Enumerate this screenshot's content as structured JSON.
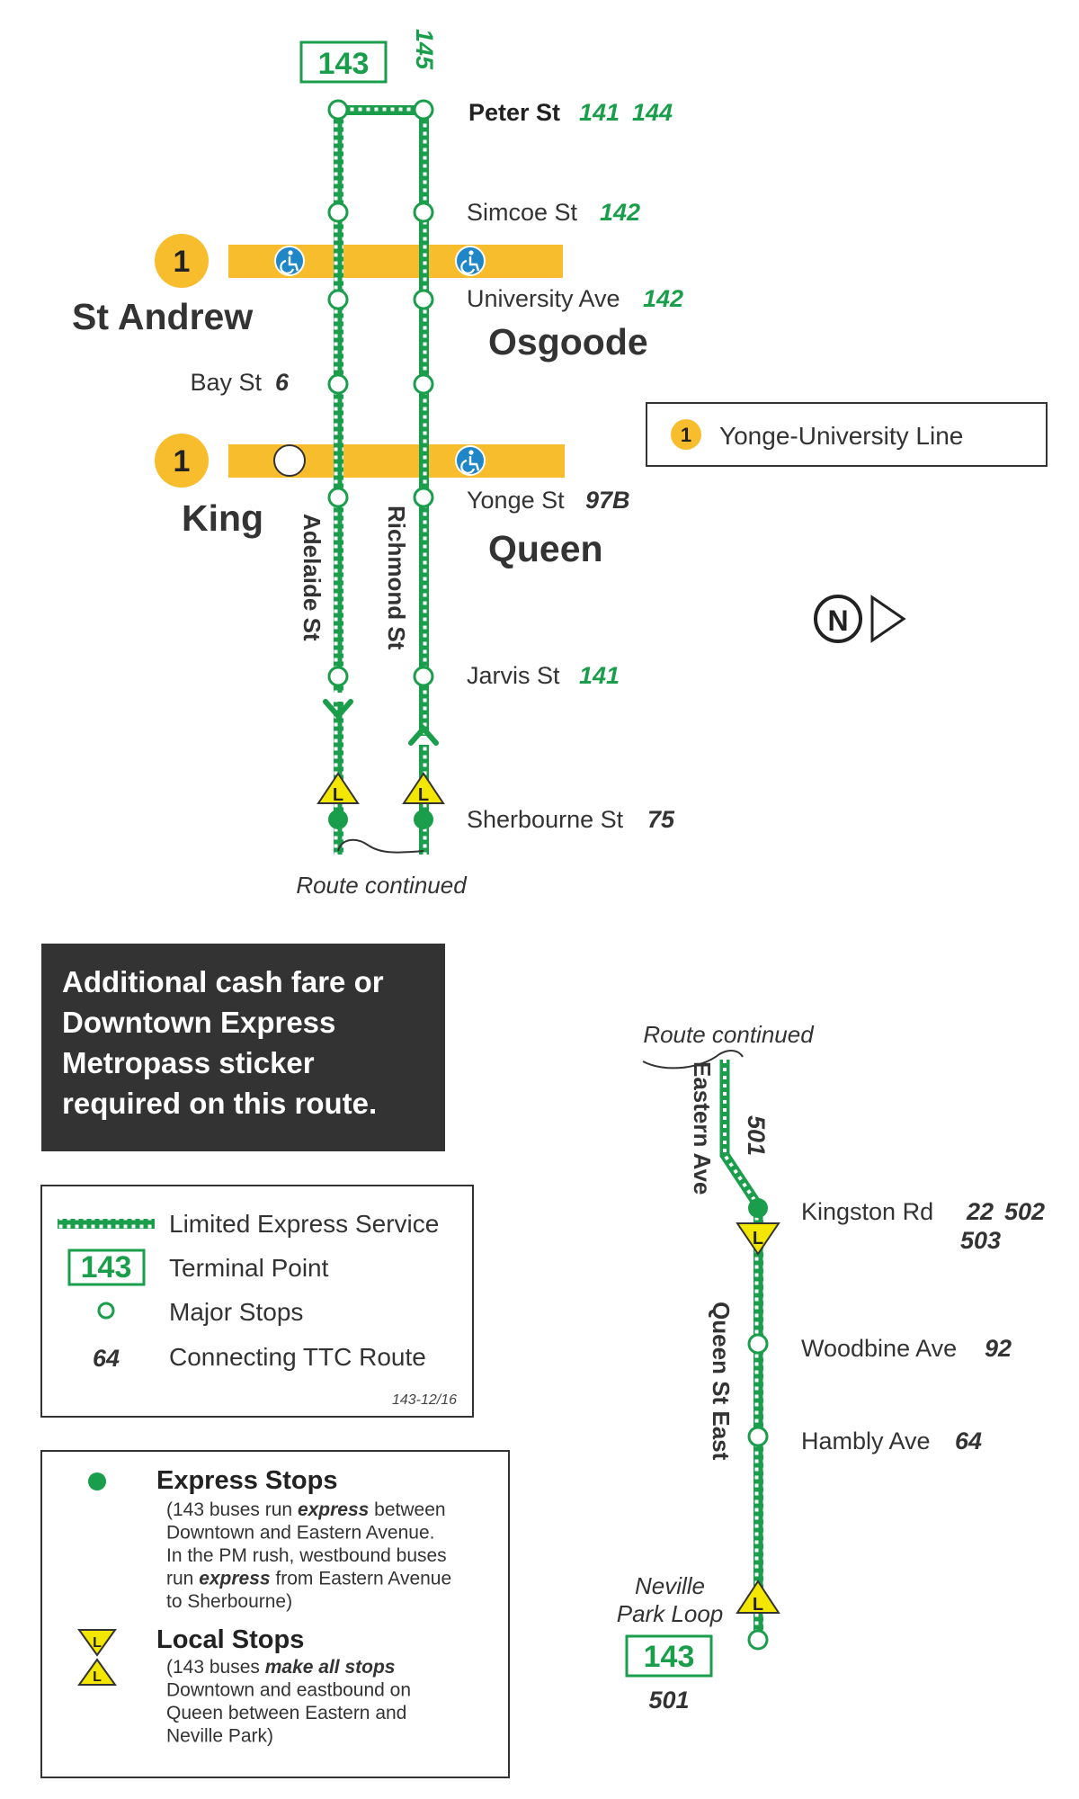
{
  "colors": {
    "route_green": "#1a9e4b",
    "subway_yellow": "#f8bd2d",
    "accessible_blue": "#1f86c8",
    "local_yellow": "#f3e600",
    "notice_bg": "#333333"
  },
  "north_label": "N",
  "terminal_top": "143",
  "route_145": "145",
  "stops_west_end": [
    {
      "name": "Peter St",
      "routes": [
        "141",
        "144"
      ]
    },
    {
      "name": "Simcoe St",
      "routes": [
        "142"
      ]
    },
    {
      "name": "University Ave",
      "routes": [
        "142"
      ]
    },
    {
      "name": "Bay St",
      "routes": [
        "6"
      ]
    },
    {
      "name": "Yonge St",
      "routes": [
        "97B"
      ]
    },
    {
      "name": "Jarvis St",
      "routes": [
        "141"
      ]
    },
    {
      "name": "Sherbourne St",
      "routes": [
        "75"
      ]
    }
  ],
  "stations": {
    "st_andrew": "St Andrew",
    "osgoode": "Osgoode",
    "king": "King",
    "queen": "Queen",
    "line_number": "1"
  },
  "streets": {
    "adelaide": "Adelaide St",
    "richmond": "Richmond St",
    "eastern": "Eastern Ave",
    "queen_east": "Queen St East"
  },
  "route_continued": "Route continued",
  "subway_legend": "Yonge-University Line",
  "local_marker": "L",
  "notice_lines": [
    "Additional cash fare or",
    "Downtown Express",
    "Metropass sticker",
    "required on this route."
  ],
  "legend": {
    "limited_express": "Limited Express Service",
    "terminal_sample": "143",
    "terminal_point": "Terminal Point",
    "major_stops": "Major Stops",
    "connecting_sample": "64",
    "connecting_route": "Connecting TTC Route",
    "code": "143-12/16"
  },
  "stops_legend": {
    "express_title": "Express Stops",
    "express_desc": [
      [
        "(143 buses run ",
        "express",
        " between"
      ],
      [
        "Downtown and Eastern Avenue.",
        "",
        ""
      ],
      [
        "In the PM rush, westbound buses",
        "",
        ""
      ],
      [
        "run ",
        "express",
        " from Eastern Avenue"
      ],
      [
        "to Sherbourne)",
        "",
        ""
      ]
    ],
    "local_title": "Local Stops",
    "local_desc": [
      [
        "(143 buses ",
        "make all stops",
        ""
      ],
      [
        "Downtown and eastbound on",
        "",
        ""
      ],
      [
        "Queen between Eastern and",
        "",
        ""
      ],
      [
        "Neville Park)",
        "",
        ""
      ]
    ]
  },
  "east_end": {
    "route_501": "501",
    "kingston": {
      "name": "Kingston Rd",
      "routes": [
        "22",
        "502",
        "503"
      ]
    },
    "woodbine": {
      "name": "Woodbine Ave",
      "routes": [
        "92"
      ]
    },
    "hambly": {
      "name": "Hambly Ave",
      "routes": [
        "64"
      ]
    },
    "loop_lines": [
      "Neville",
      "Park Loop"
    ],
    "terminal": "143",
    "terminal_route": "501"
  }
}
